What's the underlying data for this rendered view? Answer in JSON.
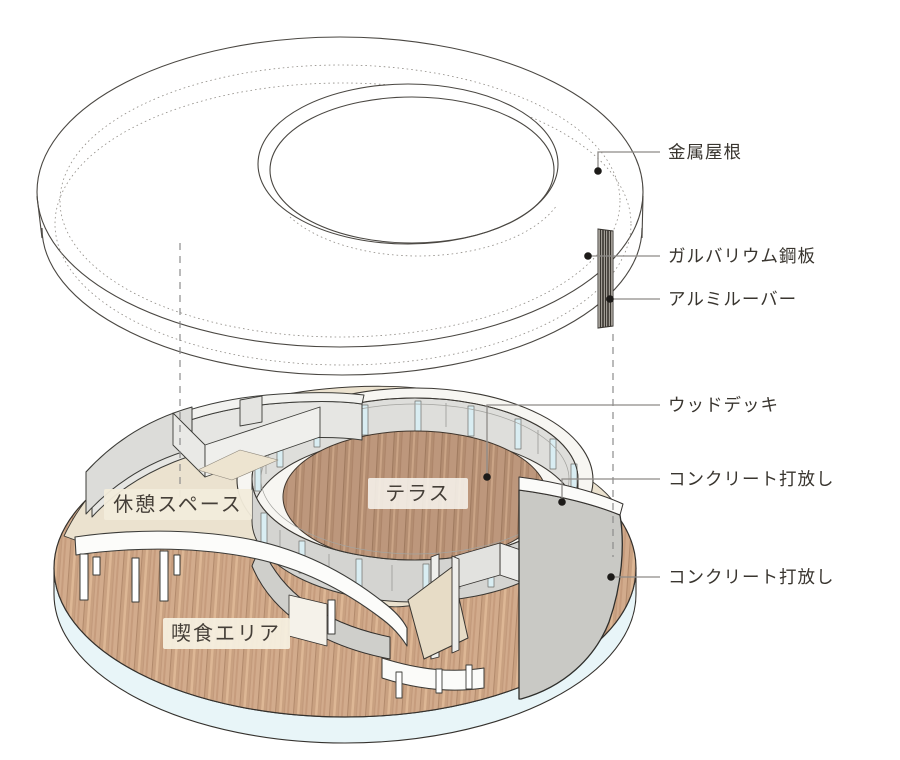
{
  "diagram": {
    "type": "architectural-exploded-axonometric",
    "background": "#ffffff",
    "callouts": [
      {
        "id": "metal-roof",
        "label": "金属屋根"
      },
      {
        "id": "galvalume-steel-plate",
        "label": "ガルバリウム鋼板"
      },
      {
        "id": "aluminum-louver",
        "label": "アルミルーバー"
      },
      {
        "id": "wood-deck",
        "label": "ウッドデッキ"
      },
      {
        "id": "exposed-concrete-inner",
        "label": "コンクリート打放し"
      },
      {
        "id": "exposed-concrete-outer",
        "label": "コンクリート打放し"
      }
    ],
    "areas": [
      {
        "id": "rest-space",
        "label": "休憩スペース"
      },
      {
        "id": "terrace",
        "label": "テラス"
      },
      {
        "id": "eating-area",
        "label": "喫食エリア"
      }
    ],
    "colors": {
      "wood_floor": "#d2ab8c",
      "terrace_wood": "#bd977c",
      "deck_beige": "#ebe2cf",
      "wall_gray": "#d6d6d3",
      "outer_wall_gray": "#c9c9c5",
      "glass_blue": "#d9edf2",
      "plinth_blue": "#e8f5f8",
      "line": "#3a3a36",
      "leader_gray": "#8e8b88",
      "label_bg": "#f3eddc"
    }
  }
}
